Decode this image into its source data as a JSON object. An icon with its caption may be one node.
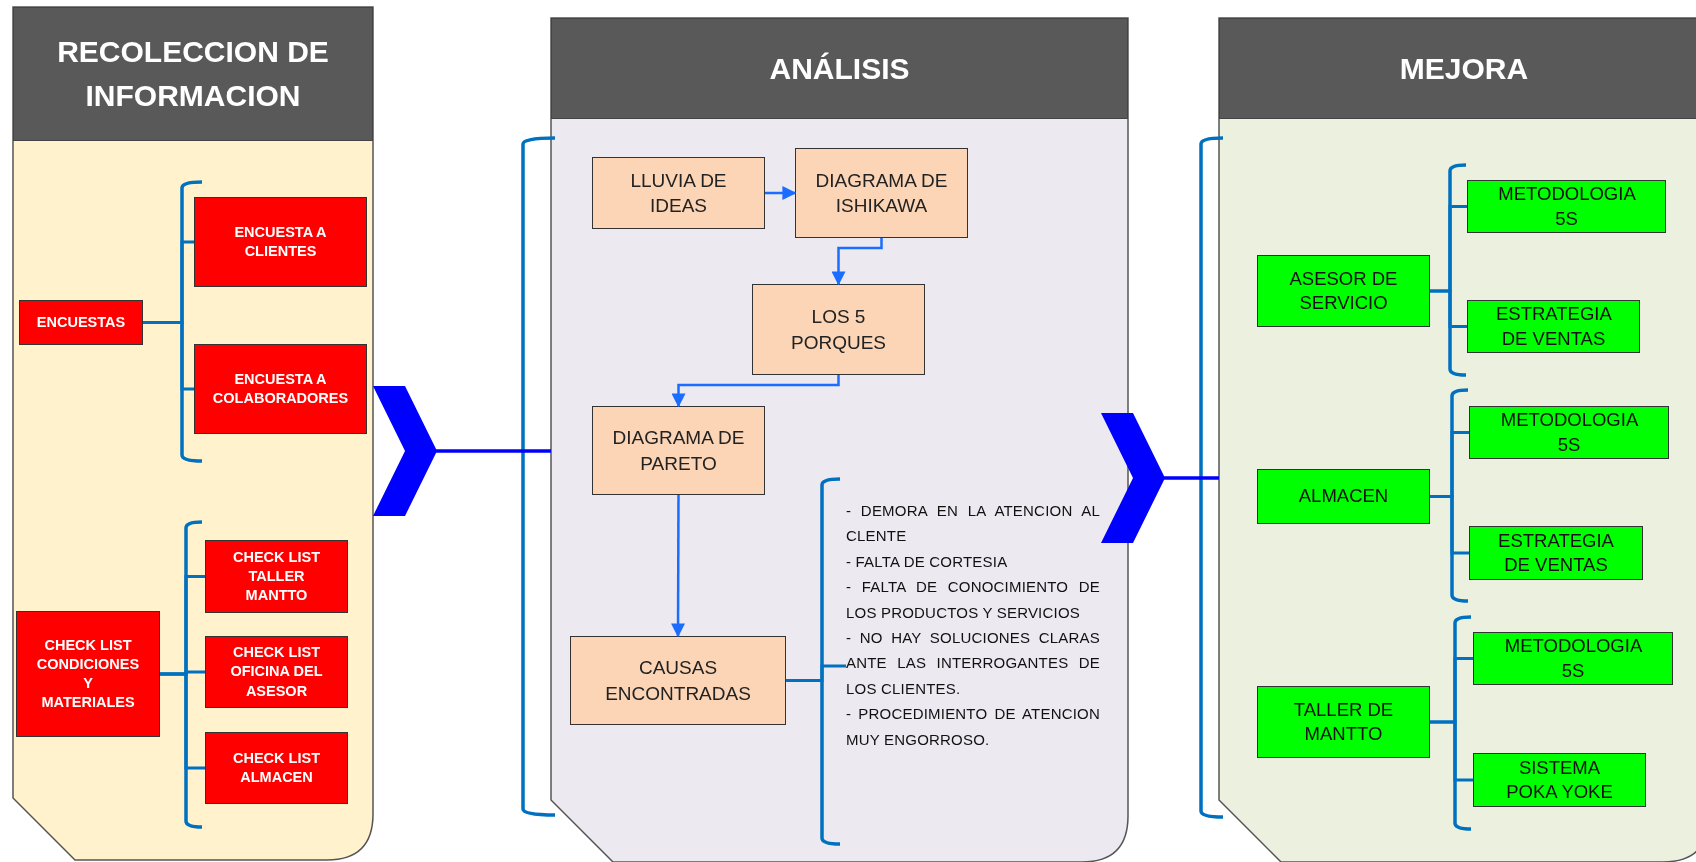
{
  "diagram": {
    "nodes": [
      {
        "text": [
          "RECOLECCION DE INFORMACION"
        ]
      },
      {
        "text": [
          "ENCUESTAS"
        ],
        "in": 0
      },
      {
        "text": [
          "ENCUESTA A CLIENTES"
        ],
        "in": 0
      },
      {
        "text": [
          "ENCUESTA A COLABORADORES"
        ],
        "in": 0
      },
      {
        "text": [
          "CHECK LIST CONDICIONES Y MATERIALES"
        ],
        "in": 0
      },
      {
        "text": [
          "CHECK LIST TALLER MANTTO"
        ],
        "in": 0
      },
      {
        "text": [
          "CHECK LIST OFICINA DEL ASESOR"
        ],
        "in": 0
      },
      {
        "text": [
          "CHECK LIST ALMACEN"
        ],
        "in": 0
      },
      {
        "text": [
          "ANÁLISIS"
        ]
      },
      {
        "text": [
          "LLUVIA DE IDEAS"
        ],
        "in": 8
      },
      {
        "text": [
          "DIAGRAMA DE ISHIKAWA"
        ],
        "in": 8
      },
      {
        "text": [
          "LOS 5 PORQUES"
        ],
        "in": 8
      },
      {
        "text": [
          "DIAGRAMA DE PARETO"
        ],
        "in": 8
      },
      {
        "text": [
          "CAUSAS ENCONTRADAS"
        ],
        "in": 8
      },
      {
        "text": [
          "- DEMORA EN LA ATENCION AL CLENTE",
          "- FALTA DE CORTESIA",
          "- FALTA DE CONOCIMIENTO DE LOS PRODUCTOS Y SERVICIOS",
          "- NO HAY SOLUCIONES CLARAS ANTE LAS INTERROGANTES DE LOS CLIENTES.",
          "- PROCEDIMIENTO DE ATENCION MUY ENGORROSO."
        ],
        "in": 8
      },
      {
        "text": [
          "MEJORA"
        ]
      },
      {
        "text": [
          "ASESOR DE SERVICIO"
        ],
        "in": 15
      },
      {
        "text": [
          "METODOLOGIA 5S"
        ],
        "in": 15
      },
      {
        "text": [
          "ESTRATEGIA DE VENTAS"
        ],
        "in": 15
      },
      {
        "text": [
          "ALMACEN"
        ],
        "in": 15
      },
      {
        "text": [
          "METODOLOGIA 5S"
        ],
        "in": 15
      },
      {
        "text": [
          "ESTRATEGIA DE VENTAS"
        ],
        "in": 15
      },
      {
        "text": [
          "TALLER DE MANTTO"
        ],
        "in": 15
      },
      {
        "text": [
          "METODOLOGIA 5S"
        ],
        "in": 15
      },
      {
        "text": [
          "SISTEMA POKA YOKE"
        ],
        "in": 15
      }
    ],
    "edges": [
      {
        "from": 1,
        "to": 2,
        "arrow": "none"
      },
      {
        "from": 1,
        "to": 3,
        "arrow": "none"
      },
      {
        "from": 4,
        "to": 5,
        "arrow": "none"
      },
      {
        "from": 4,
        "to": 6,
        "arrow": "none"
      },
      {
        "from": 4,
        "to": 7,
        "arrow": "none"
      },
      {
        "from": 0,
        "to": 8,
        "arrow": "to",
        "style": "thick",
        "color": "#0000ff"
      },
      {
        "from": 9,
        "to": 10,
        "arrow": "to",
        "color": "#1a6dff"
      },
      {
        "from": 10,
        "to": 11,
        "arrow": "to",
        "color": "#1a6dff"
      },
      {
        "from": 11,
        "to": 12,
        "arrow": "to",
        "color": "#1a6dff"
      },
      {
        "from": 12,
        "to": 13,
        "arrow": "to",
        "color": "#1a6dff"
      },
      {
        "from": 13,
        "to": 14,
        "arrow": "none"
      },
      {
        "from": 8,
        "to": 15,
        "arrow": "to",
        "style": "thick",
        "color": "#0000ff"
      },
      {
        "from": 16,
        "to": 17,
        "arrow": "none"
      },
      {
        "from": 16,
        "to": 18,
        "arrow": "none"
      },
      {
        "from": 19,
        "to": 20,
        "arrow": "none"
      },
      {
        "from": 19,
        "to": 21,
        "arrow": "none"
      },
      {
        "from": 22,
        "to": 23,
        "arrow": "none"
      },
      {
        "from": 22,
        "to": 24,
        "arrow": "none"
      }
    ]
  }
}
